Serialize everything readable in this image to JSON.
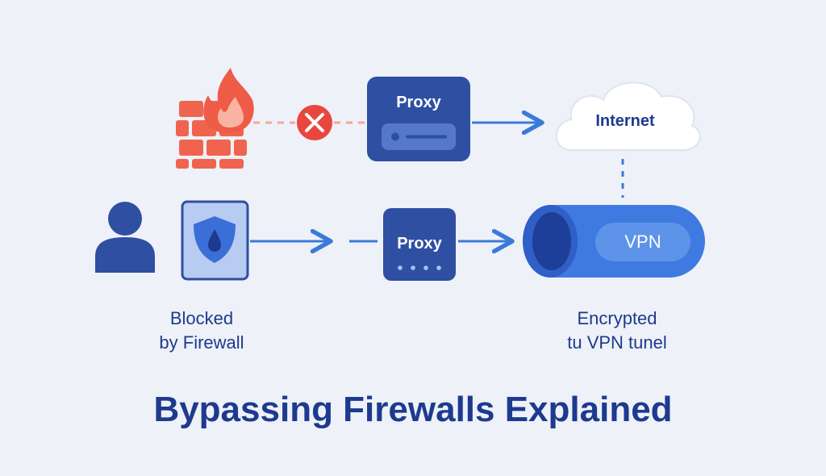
{
  "diagram": {
    "title": "Bypassing Firewalls Explained",
    "top_row": {
      "proxy_label": "Proxy",
      "internet_label": "Internet"
    },
    "bottom_row": {
      "proxy_label": "Proxy",
      "vpn_label": "VPN"
    },
    "captions": {
      "blocked_line1": "Blocked",
      "blocked_line2": "by Firewall",
      "encrypted_line1": "Encrypted",
      "encrypted_line2": "tu VPN tunel"
    },
    "colors": {
      "background": "#eef1f7",
      "primary_blue": "#2f4fa3",
      "arrow_blue": "#3a7ad9",
      "firewall_red": "#f0644f",
      "block_red": "#e8473f",
      "tunnel_blue": "#3f7ae0",
      "title_blue": "#1d3a8f"
    },
    "icons": [
      "firewall-icon",
      "fire-icon",
      "blocked-x-icon",
      "proxy-server-icon",
      "cloud-icon",
      "user-icon",
      "shield-icon",
      "vpn-tunnel-icon"
    ]
  }
}
